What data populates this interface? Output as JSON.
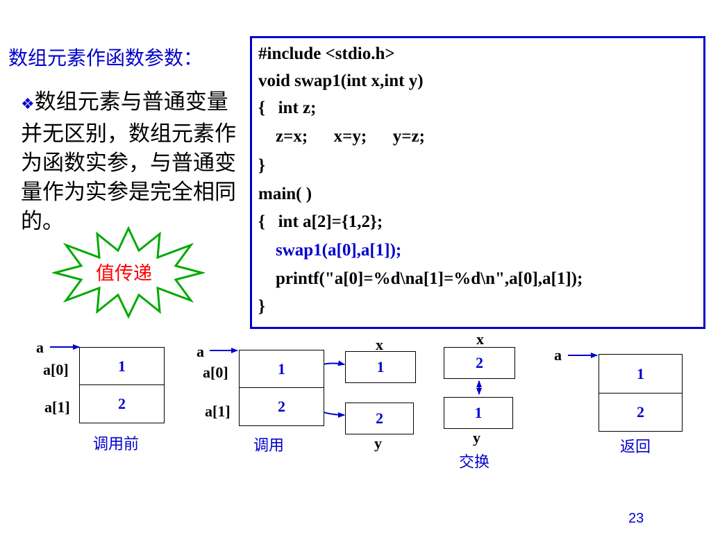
{
  "slide": {
    "title": "数组元素作函数参数：",
    "bullet_marker": "❖",
    "bullet_text": "数组元素与普通变量并无区别，数组元素作为函数实参，与普通变量作为实参是完全相同的。",
    "burst_label": "值传递",
    "page_number": "23"
  },
  "code": {
    "lines": [
      "#include <stdio.h>",
      "void swap1(int x,int y)",
      "{   int z;",
      "    z=x;      x=y;      y=z;",
      "}",
      "main( )",
      "{   int a[2]={1,2};",
      "    swap1(a[0],a[1]);",
      "    printf(\"a[0]=%d\\na[1]=%d\\n\",a[0],a[1]);",
      "}"
    ]
  },
  "diagram": {
    "before": {
      "ptr": "a",
      "label0": "a[0]",
      "label1": "a[1]",
      "v0": "1",
      "v1": "2",
      "caption": "调用前"
    },
    "call": {
      "ptr": "a",
      "label0": "a[0]",
      "label1": "a[1]",
      "v0": "1",
      "v1": "2",
      "x_label": "x",
      "x_val": "1",
      "y_val": "2",
      "y_label": "y",
      "caption": "调用"
    },
    "swap": {
      "x_label": "x",
      "x_val": "2",
      "y_val": "1",
      "y_label": "y",
      "caption": "交换"
    },
    "ret": {
      "ptr": "a",
      "v0": "1",
      "v1": "2",
      "caption": "返回"
    }
  },
  "colors": {
    "accent": "#0000cc",
    "burst_border": "#00aa00",
    "burst_text": "#ff0000",
    "text": "#000000"
  }
}
